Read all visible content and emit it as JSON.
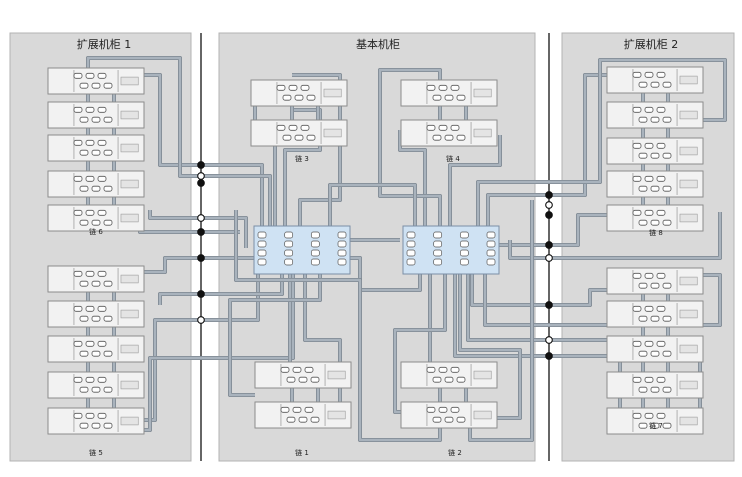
{
  "cabinets": {
    "left": {
      "title": "扩展机柜 1"
    },
    "center": {
      "title": "基本机柜"
    },
    "right": {
      "title": "扩展机柜 2"
    }
  },
  "chains": {
    "c1": "链 1",
    "c2": "链 2",
    "c3": "链 3",
    "c4": "链 4",
    "c5": "链 5",
    "c6": "链 6",
    "c7": "链 7",
    "c8": "链 8"
  },
  "colors": {
    "cabinet_fill": "#d9d9d9",
    "cabinet_stroke": "#b3b3b3",
    "cable": "#a9b3bd",
    "cable_edge": "#7d8791",
    "shelf_fill": "#f2f2f2",
    "controller_fill": "#cfe2f3",
    "rail": "#333333"
  }
}
